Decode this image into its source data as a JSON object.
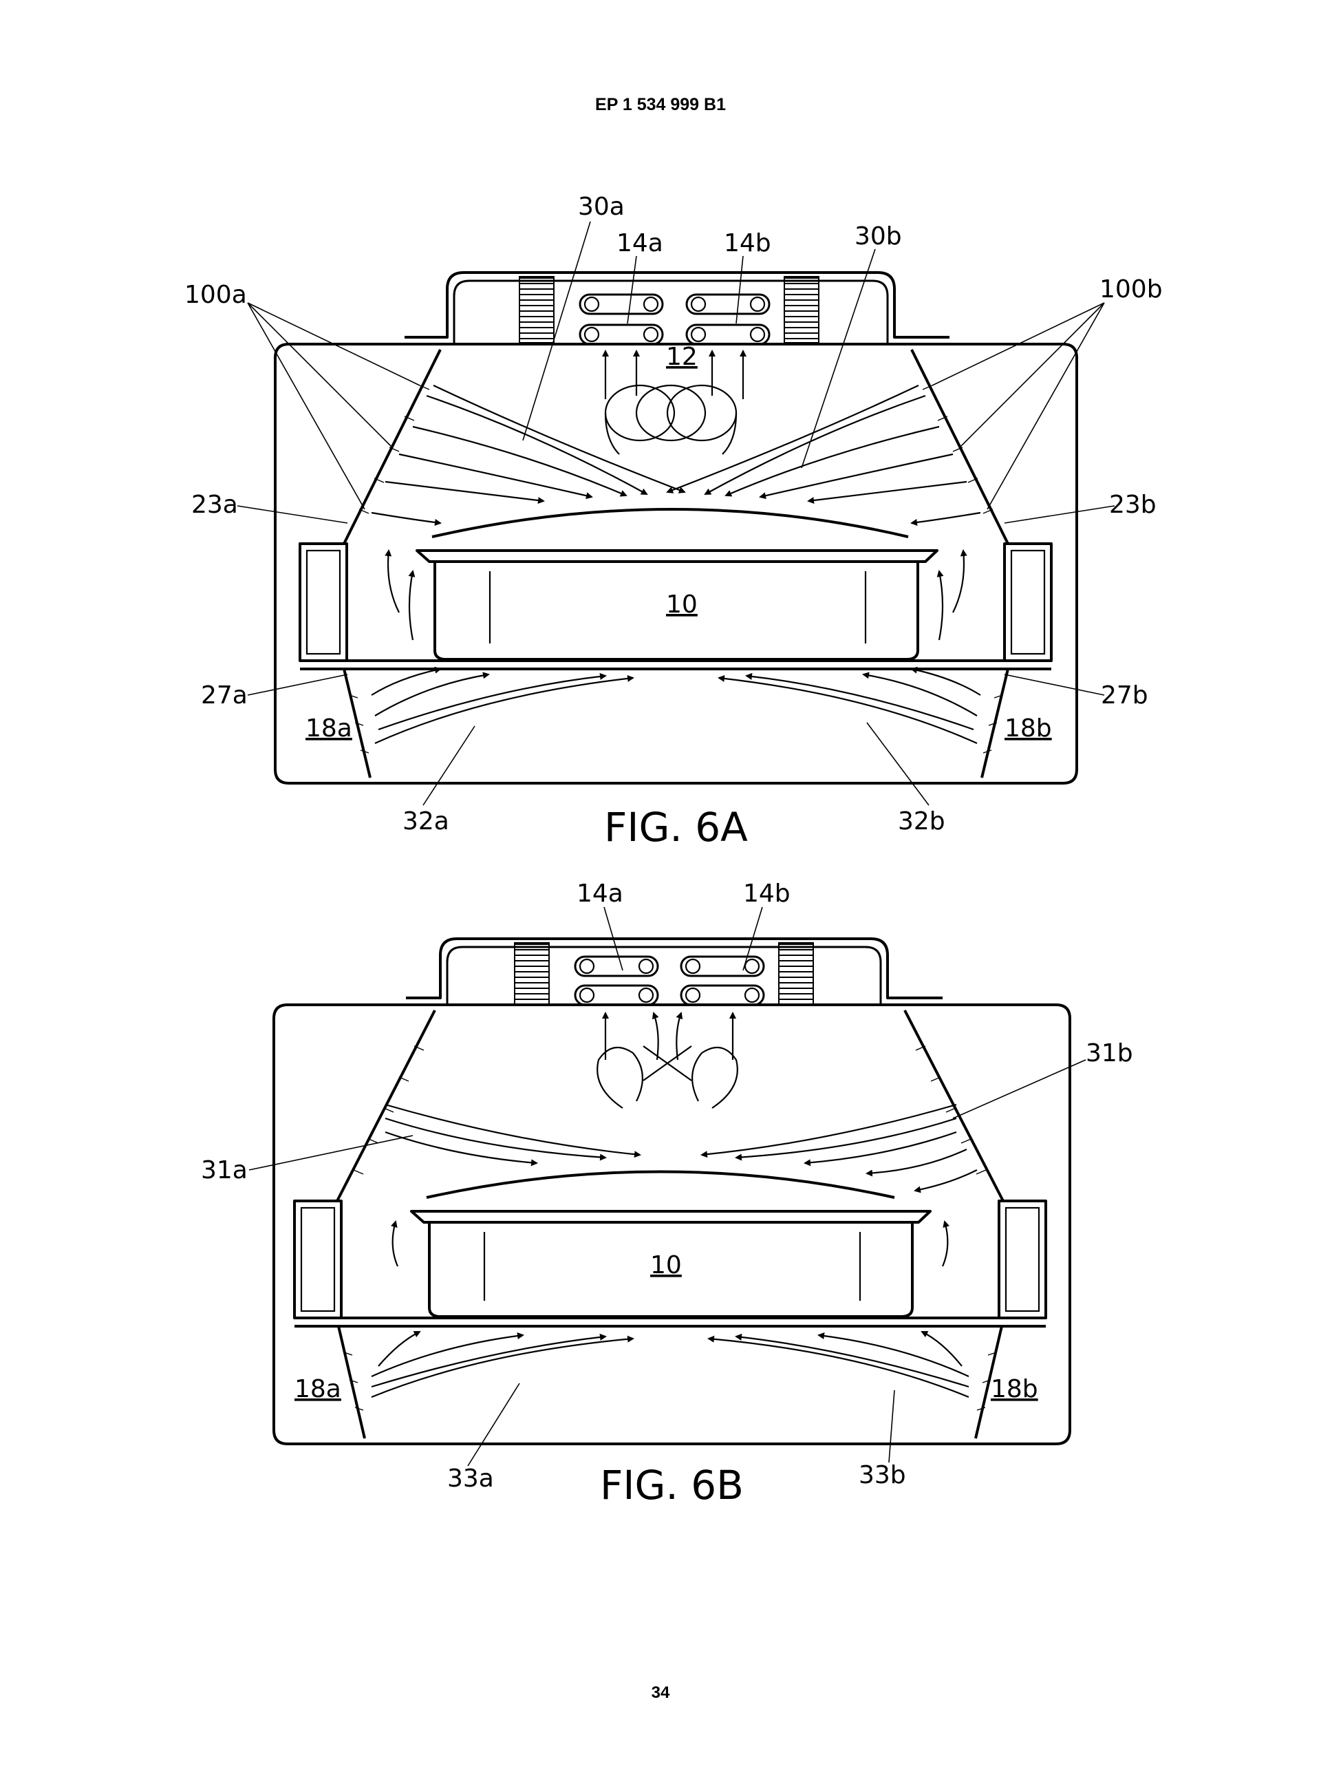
{
  "header": "EP 1 534 999 B1",
  "page_number": "34",
  "figures": [
    {
      "caption": "FIG. 6A",
      "labels": [
        "30a",
        "14a",
        "14b",
        "30b",
        "100a",
        "100b",
        "12",
        "23a",
        "23b",
        "10",
        "27a",
        "27b",
        "18a",
        "18b",
        "32a",
        "32b"
      ]
    },
    {
      "caption": "FIG. 6B",
      "labels": [
        "14a",
        "14b",
        "31b",
        "31a",
        "10",
        "18a",
        "18b",
        "33a",
        "33b"
      ]
    }
  ]
}
